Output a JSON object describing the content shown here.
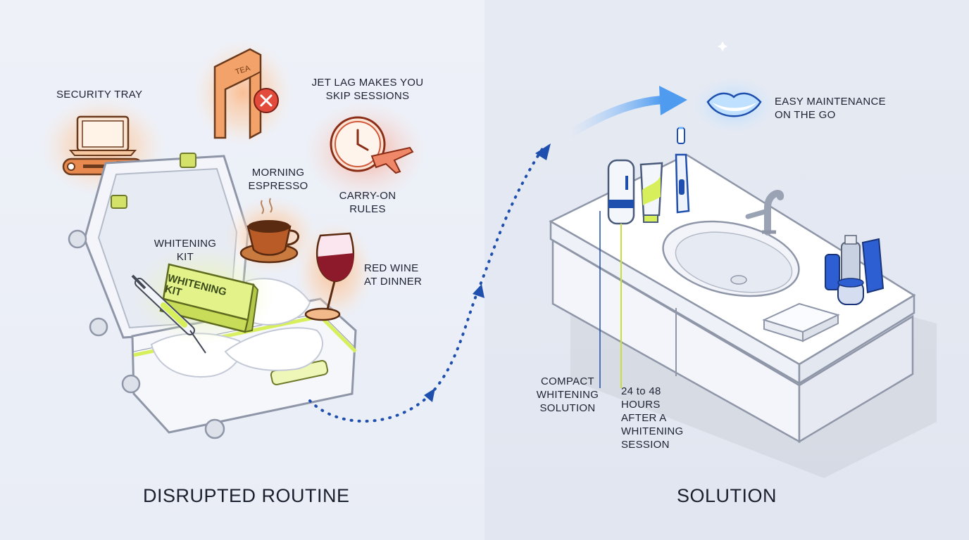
{
  "left_panel": {
    "heading": "DISRUPTED ROUTINE",
    "labels": {
      "security_tray": "SECURITY TRAY",
      "jet_lag": "JET LAG MAKES YOU\nSKIP SESSIONS",
      "morning_espresso": "MORNING\nESPRESSO",
      "carry_on": "CARRY-ON\nRULES",
      "whitening_kit": "WHITENING\nKIT",
      "red_wine": "RED WINE\nAT DINNER"
    },
    "kit_box_text": "WHITENING\nKIT",
    "gate_sign": "TEA"
  },
  "right_panel": {
    "heading": "SOLUTION",
    "labels": {
      "easy_maintenance": "EASY MAINTENANCE\nON THE GO",
      "compact_solution": "COMPACT\nWHITENING\nSOLUTION",
      "hours_after": "24 to 48\nHOURS\nAFTER A\nWHITENING\nSESSION"
    }
  },
  "colors": {
    "accent_blue": "#1f4fae",
    "highlight_green": "#d8ef5c",
    "warning_red": "#e24b3b",
    "glow_orange": "#f5a261"
  }
}
